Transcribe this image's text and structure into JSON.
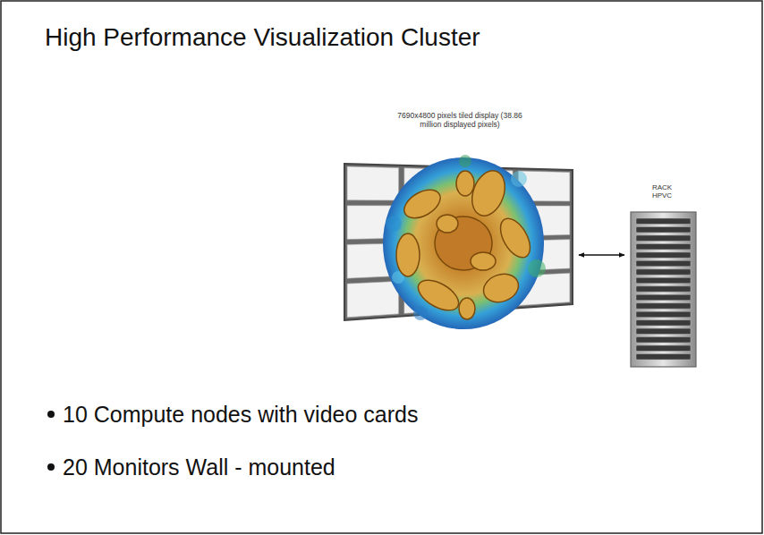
{
  "diagram": {
    "title": "High Performance Visualization Cluster",
    "nodes": [
      {
        "text": [
          "7690x4800 pixels tiled display (38.86 million displayed pixels)"
        ]
      },
      {
        "text": [
          "RACK HPVC"
        ]
      }
    ],
    "edges": [
      {
        "from": 0,
        "to": 1,
        "arrow": "both"
      }
    ],
    "labels": [
      "10 Compute nodes with video cards",
      "20 Monitors Wall - mounted"
    ]
  }
}
